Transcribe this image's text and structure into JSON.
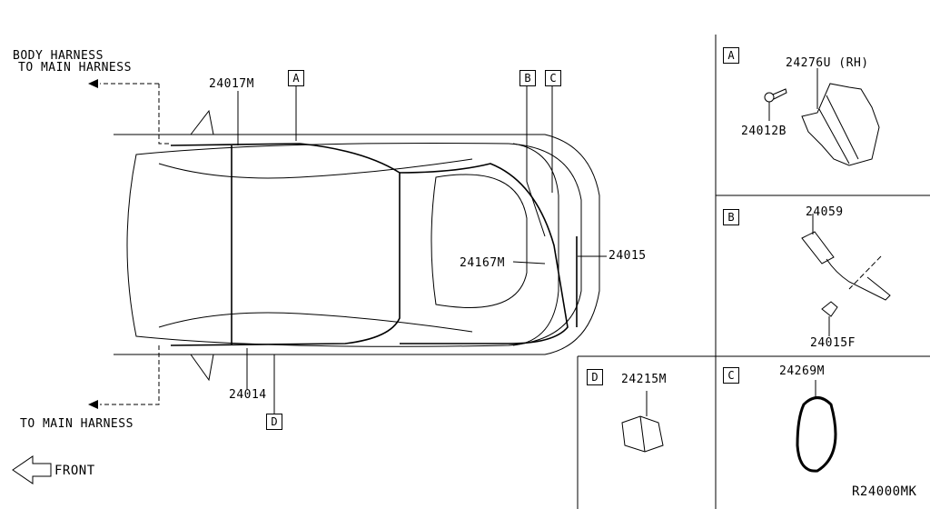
{
  "callouts": {
    "body_harness": "BODY HARNESS",
    "to_main_harness_top": "TO MAIN HARNESS",
    "to_main_harness_bottom": "TO MAIN HARNESS",
    "front": "FRONT"
  },
  "parts": {
    "p24017M": "24017M",
    "p24167M": "24167M",
    "p24015": "24015",
    "p24014": "24014"
  },
  "markers": {
    "a": "A",
    "b": "B",
    "c": "C",
    "d": "D"
  },
  "panels": {
    "a": {
      "letter": "A",
      "part1": "24276U (RH)",
      "part2": "24012B"
    },
    "b": {
      "letter": "B",
      "part1": "24059",
      "part2": "24015F"
    },
    "c": {
      "letter": "C",
      "part1": "24269M"
    },
    "d": {
      "letter": "D",
      "part1": "24215M"
    }
  },
  "diagram_code": "R24000MK"
}
